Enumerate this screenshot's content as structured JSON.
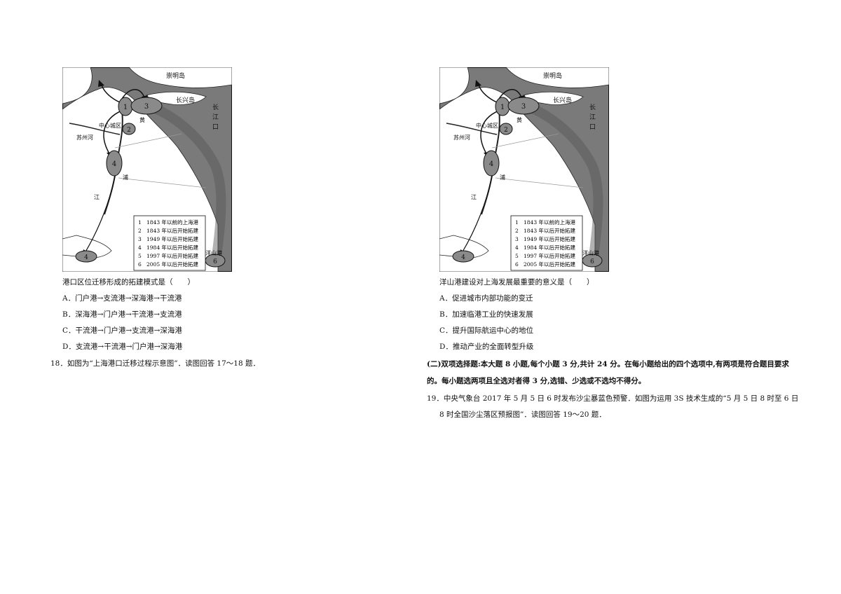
{
  "left": {
    "map": {
      "labels": {
        "chongming": "崇明岛",
        "changxing": "长兴岛",
        "changjiang_kou": [
          "长",
          "江",
          "口"
        ],
        "center_district": "中心城区",
        "suzhou_river": "苏州河",
        "huang": "黄",
        "pu": "浦",
        "jiang": "江",
        "yangshan": "洋山港"
      },
      "legend": [
        {
          "num": "1",
          "text": "1843 年以前的上海港"
        },
        {
          "num": "2",
          "text": "1843 年以后开始拓建"
        },
        {
          "num": "3",
          "text": "1949 年以后开始拓建"
        },
        {
          "num": "4",
          "text": "1984 年以后开始拓建"
        },
        {
          "num": "5",
          "text": "1997 年以后开始拓建"
        },
        {
          "num": "6",
          "text": "2005 年以后开始拓建"
        }
      ]
    },
    "question": "港口区位迁移形成的拓建模式是（　　）",
    "options": [
      "A．门户港→支流港→深海港→干流港",
      "B．深海港→门户港→干流港→支流港",
      "C．干流港→门户港→支流港→深海港",
      "D．支流港→干流港→门户港→深海港"
    ],
    "q18": "18．如图为“上海港口迁移过程示意图”．读图回答 17～18 题．"
  },
  "right": {
    "question": "洋山港建设对上海发展最重要的意义是（　　）",
    "options": [
      "A．促进城市内部功能的变迁",
      "B．加速临港工业的快速发展",
      "C．提升国际航运中心的地位",
      "D．推动产业的全面转型升级"
    ],
    "section_line1": "(二)双项选择题:本大题 8 小题,每个小题 3 分,共计 24 分。在每小题给出的四个选项中,有两项是符合题目要求",
    "section_line2": "的。每小题选两项且全选对者得 3 分,选错、少选或不选均不得分。",
    "q19_line1": "19．中央气象台 2017 年 5 月 5 日 6 时发布沙尘暴蓝色预警．如图为运用 3S 技术生成的“5 月 5 日 8 时至 6 日",
    "q19_line2": "8 时全国沙尘落区预报图”．读图回答 19～20 题．"
  }
}
